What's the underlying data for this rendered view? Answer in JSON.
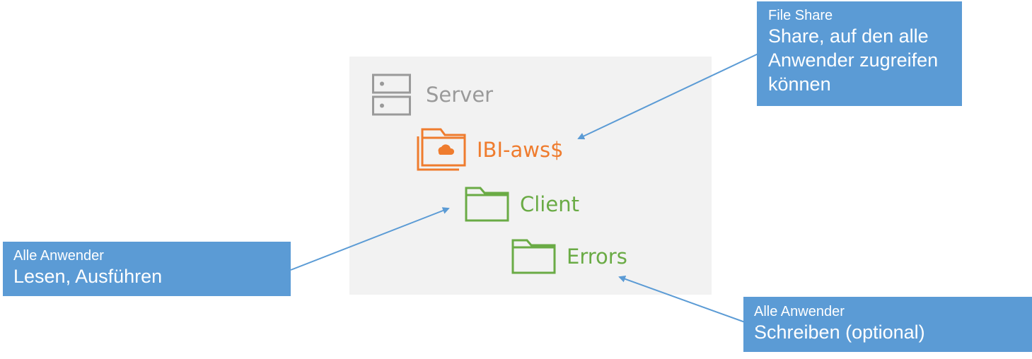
{
  "nodes": {
    "server": {
      "label": "Server",
      "icon": "server-icon"
    },
    "share": {
      "label": "IBI-aws$",
      "icon": "cloud-folder-icon"
    },
    "client": {
      "label": "Client",
      "icon": "folder-icon"
    },
    "errors": {
      "label": "Errors",
      "icon": "folder-icon"
    }
  },
  "callouts": {
    "share": {
      "caption": "File Share",
      "text": "Share, auf den alle Anwender zugreifen können"
    },
    "read": {
      "caption": "Alle Anwender",
      "text": "Lesen, Ausführen"
    },
    "write": {
      "caption": "Alle Anwender",
      "text": "Schreiben (optional)"
    }
  },
  "colors": {
    "server": "#9a9a9a",
    "share": "#ef7c2e",
    "folder": "#6aab45",
    "callout": "#5b9bd5",
    "panel": "#f2f2f2"
  }
}
